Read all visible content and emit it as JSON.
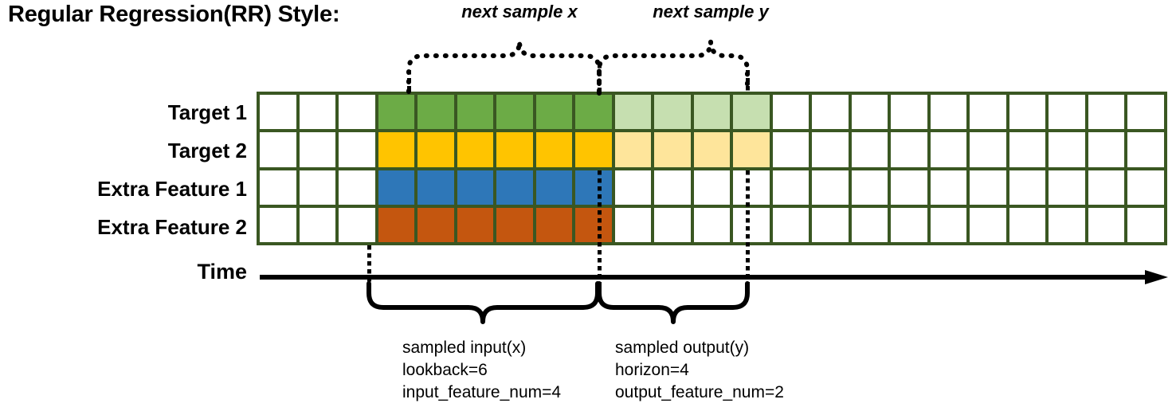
{
  "title": "Regular Regression(RR) Style:",
  "rows": [
    {
      "label": "Target 1",
      "name": "target-1"
    },
    {
      "label": "Target 2",
      "name": "target-2"
    },
    {
      "label": "Extra Feature 1",
      "name": "extra-feature-1"
    },
    {
      "label": "Extra Feature 2",
      "name": "extra-feature-2"
    }
  ],
  "axis": {
    "label": "Time"
  },
  "grid": {
    "columns": 23,
    "rows": 4,
    "border_color": "#3a5722",
    "empty_color": "#ffffff",
    "lookback_start_col": 4,
    "lookback_end_col": 9,
    "horizon_start_col": 10,
    "horizon_end_col": 13,
    "cell_colors": {
      "target1_input": "#6cab46",
      "target1_output": "#c6dfb0",
      "target2_input": "#ffc400",
      "target2_output": "#fee59b",
      "feature1_input": "#2e77b8",
      "feature2_input": "#c4560f",
      "empty": "#ffffff"
    },
    "matrix": [
      [
        "empty",
        "empty",
        "empty",
        "target1_input",
        "target1_input",
        "target1_input",
        "target1_input",
        "target1_input",
        "target1_input",
        "target1_output",
        "target1_output",
        "target1_output",
        "target1_output",
        "empty",
        "empty",
        "empty",
        "empty",
        "empty",
        "empty",
        "empty",
        "empty",
        "empty",
        "empty"
      ],
      [
        "empty",
        "empty",
        "empty",
        "target2_input",
        "target2_input",
        "target2_input",
        "target2_input",
        "target2_input",
        "target2_input",
        "target2_output",
        "target2_output",
        "target2_output",
        "target2_output",
        "empty",
        "empty",
        "empty",
        "empty",
        "empty",
        "empty",
        "empty",
        "empty",
        "empty",
        "empty"
      ],
      [
        "empty",
        "empty",
        "empty",
        "feature1_input",
        "feature1_input",
        "feature1_input",
        "feature1_input",
        "feature1_input",
        "feature1_input",
        "empty",
        "empty",
        "empty",
        "empty",
        "empty",
        "empty",
        "empty",
        "empty",
        "empty",
        "empty",
        "empty",
        "empty",
        "empty",
        "empty"
      ],
      [
        "empty",
        "empty",
        "empty",
        "feature2_input",
        "feature2_input",
        "feature2_input",
        "feature2_input",
        "feature2_input",
        "feature2_input",
        "empty",
        "empty",
        "empty",
        "empty",
        "empty",
        "empty",
        "empty",
        "empty",
        "empty",
        "empty",
        "empty",
        "empty",
        "empty",
        "empty"
      ]
    ]
  },
  "top_annotations": [
    {
      "name": "next-sample-x",
      "label": "next sample x"
    },
    {
      "name": "next-sample-y",
      "label": "next sample y"
    }
  ],
  "bottom_annotations": [
    {
      "name": "sampled-input",
      "line1": "sampled input(x)",
      "line2": "lookback=6",
      "line3": "input_feature_num=4"
    },
    {
      "name": "sampled-output",
      "line1": "sampled output(y)",
      "line2": "horizon=4",
      "line3": "output_feature_num=2"
    }
  ]
}
